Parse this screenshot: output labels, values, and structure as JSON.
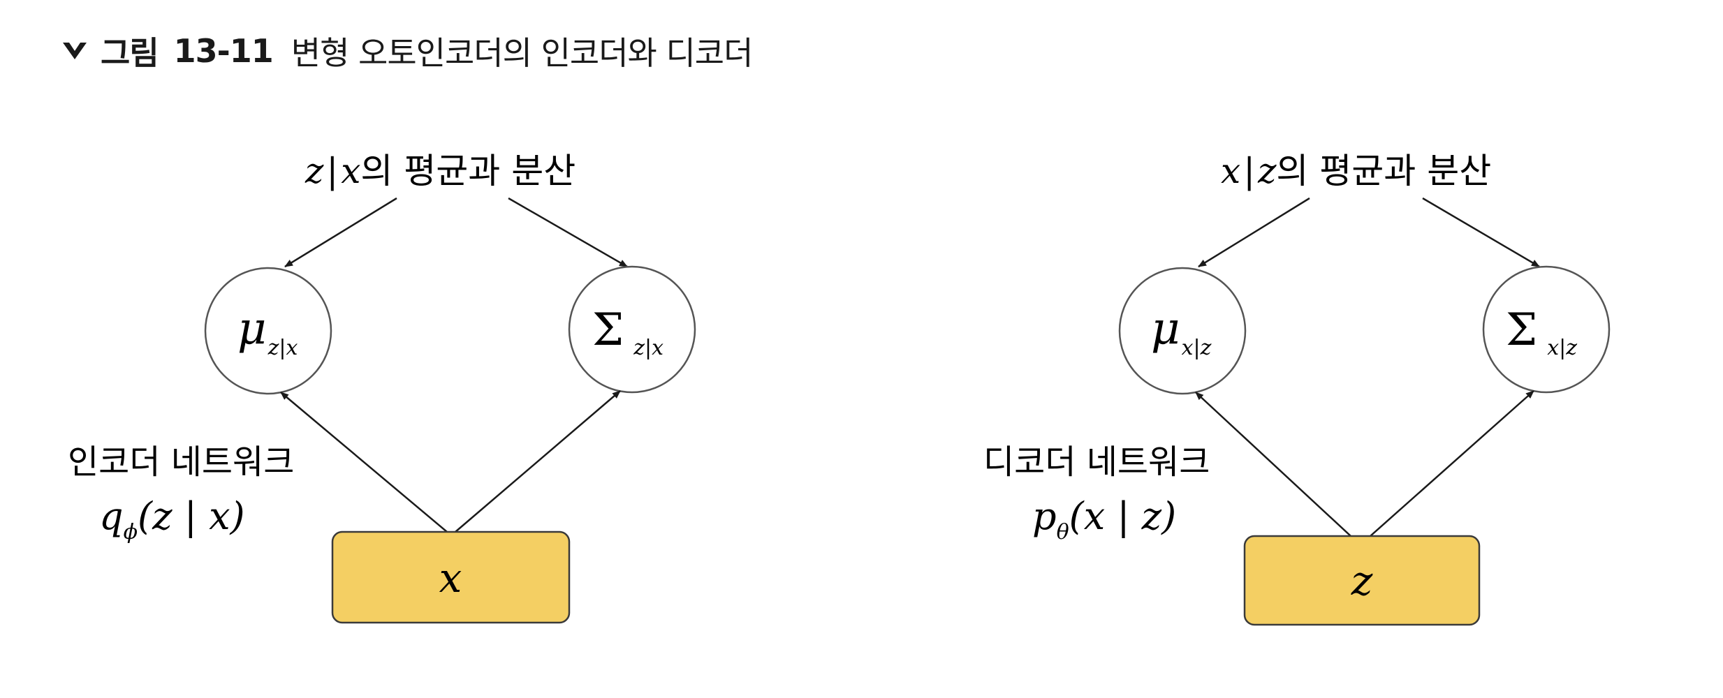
{
  "caption": {
    "label": "그림",
    "number": "13-11",
    "title": "변형 오토인코더의 인코더와 디코더",
    "marker_icon": "chevron-down-icon"
  },
  "colors": {
    "box_fill": "#F4CF63",
    "box_stroke": "#3a3a3a",
    "line": "#1a1a1a",
    "circle_stroke": "#555555"
  },
  "encoder": {
    "top_var": "z",
    "top_cond": "x",
    "top_text": "의 평균과 분산",
    "mean_symbol": "μ",
    "mean_sub": "z|x",
    "cov_symbol": "Σ",
    "cov_sub": "z|x",
    "network_label": "인코더 네트워크",
    "dist_letter": "q",
    "dist_param": "ϕ",
    "dist_args": "(z | x)",
    "input": "x"
  },
  "decoder": {
    "top_var": "x",
    "top_cond": "z",
    "top_text": "의 평균과 분산",
    "mean_symbol": "μ",
    "mean_sub": "x|z",
    "cov_symbol": "Σ",
    "cov_sub": "x|z",
    "network_label": "디코더 네트워크",
    "dist_letter": "p",
    "dist_param": "θ",
    "dist_args": "(x | z)",
    "input": "z"
  }
}
